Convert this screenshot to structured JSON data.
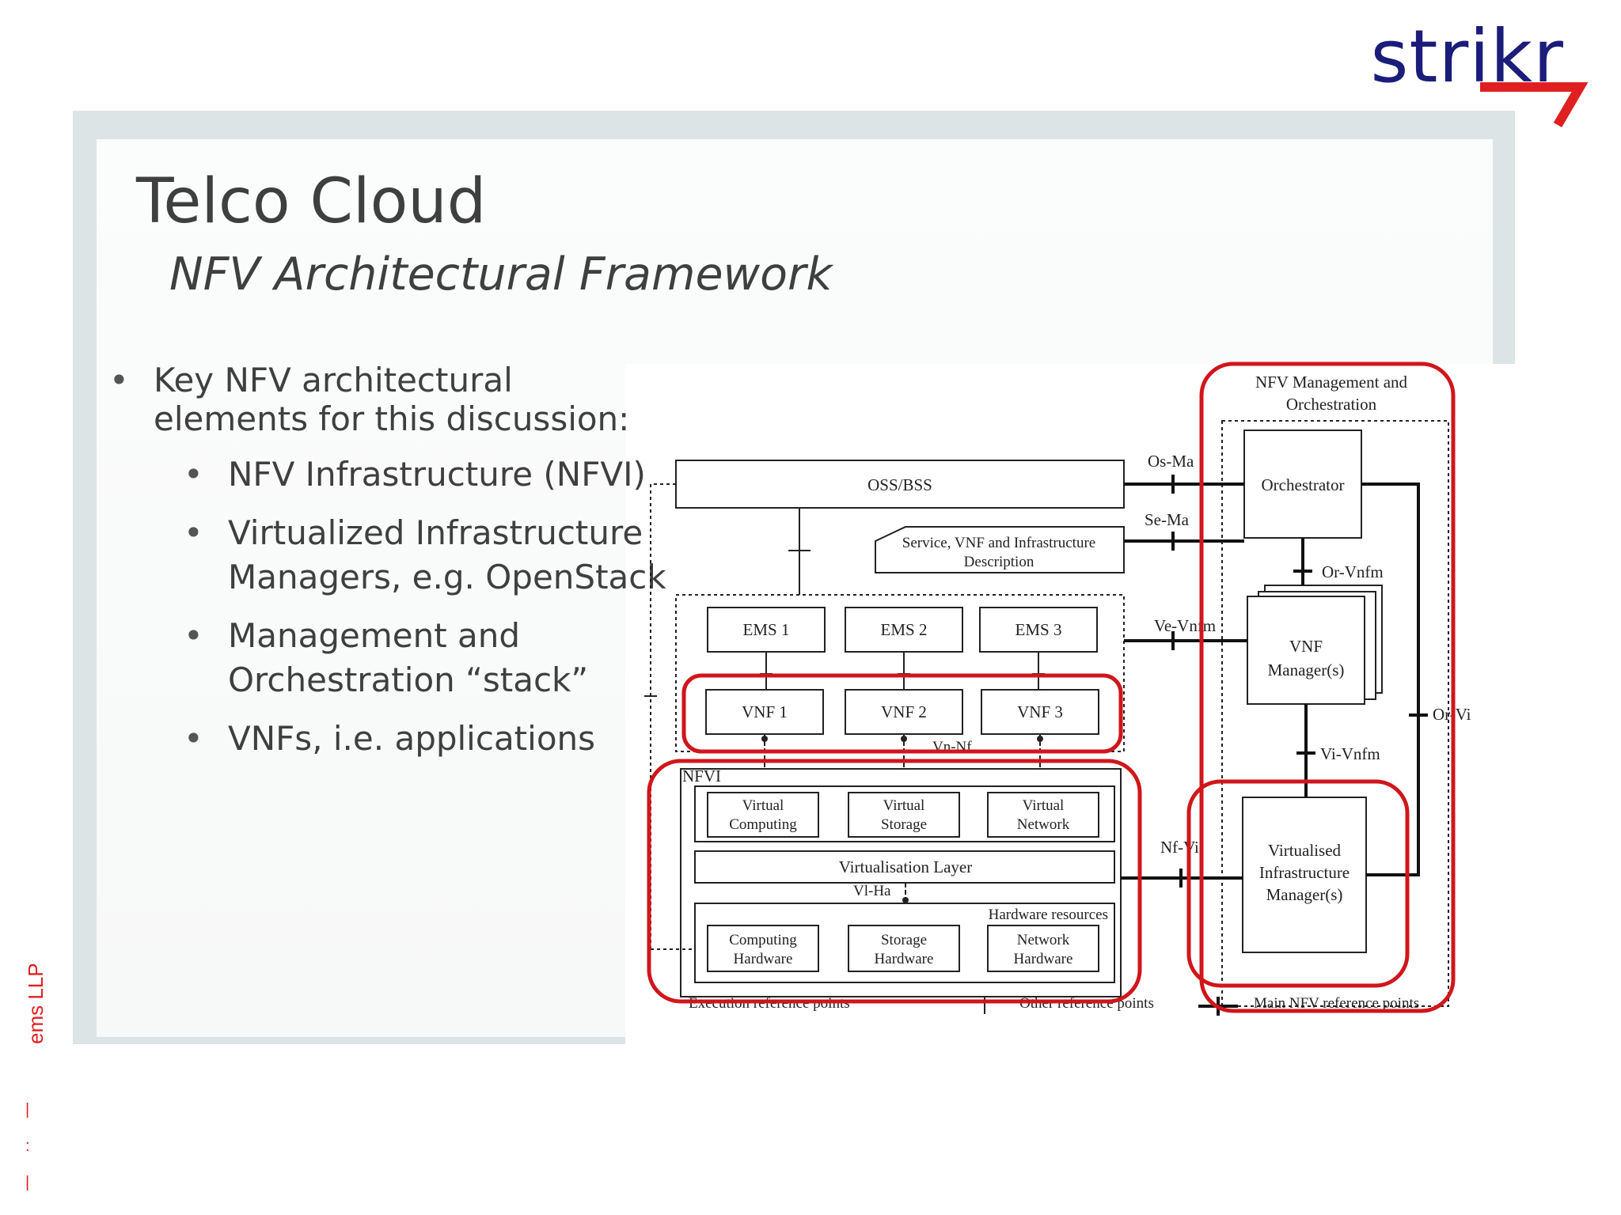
{
  "brand": {
    "logo_text": "strikr",
    "accent_color": "#e02020",
    "text_color": "#1b1d7a"
  },
  "side_note": {
    "text": "ems LLP"
  },
  "slide": {
    "title": "Telco Cloud",
    "subtitle": "NFV Architectural Framework",
    "lead_bullet": "Key NFV architectural elements for this discussion:",
    "sub_bullets": [
      "NFV Infrastructure (NFVI)",
      "Virtualized Infrastructure Managers, e.g. OpenStack",
      "Management and Orchestration “stack”",
      "VNFs, i.e. applications"
    ]
  },
  "diagram": {
    "mano_title_line1": "NFV Management and",
    "mano_title_line2": "Orchestration",
    "oss_bss": "OSS/BSS",
    "service_desc_line1": "Service, VNF and Infrastructure",
    "service_desc_line2": "Description",
    "orchestrator": "Orchestrator",
    "vnf_manager_line1": "VNF",
    "vnf_manager_line2": "Manager(s)",
    "vim_line1": "Virtualised",
    "vim_line2": "Infrastructure",
    "vim_line3": "Manager(s)",
    "ems": [
      "EMS 1",
      "EMS 2",
      "EMS 3"
    ],
    "vnfs": [
      "VNF 1",
      "VNF 2",
      "VNF 3"
    ],
    "nfvi_label": "NFVI",
    "virtual_resources": [
      {
        "line1": "Virtual",
        "line2": "Computing"
      },
      {
        "line1": "Virtual",
        "line2": "Storage"
      },
      {
        "line1": "Virtual",
        "line2": "Network"
      }
    ],
    "virtualisation_layer": "Virtualisation Layer",
    "vi_ha": "Vl-Ha",
    "vn_nf": "Vn-Nf",
    "hardware_resources": "Hardware resources",
    "hardware": [
      {
        "line1": "Computing",
        "line2": "Hardware"
      },
      {
        "line1": "Storage",
        "line2": "Hardware"
      },
      {
        "line1": "Network",
        "line2": "Hardware"
      }
    ],
    "ref_points": {
      "os_ma": "Os-Ma",
      "se_ma": "Se-Ma",
      "or_vnfm": "Or-Vnfm",
      "ve_vnfm": "Ve-Vnfm",
      "or_vi": "Or-Vi",
      "vi_vnfm": "Vi-Vnfm",
      "nf_vi": "Nf-Vi"
    },
    "legend": {
      "execution": "Execution reference points",
      "other": "Other reference points",
      "main": "Main NFV reference points"
    },
    "highlight_color": "#d0161b"
  }
}
